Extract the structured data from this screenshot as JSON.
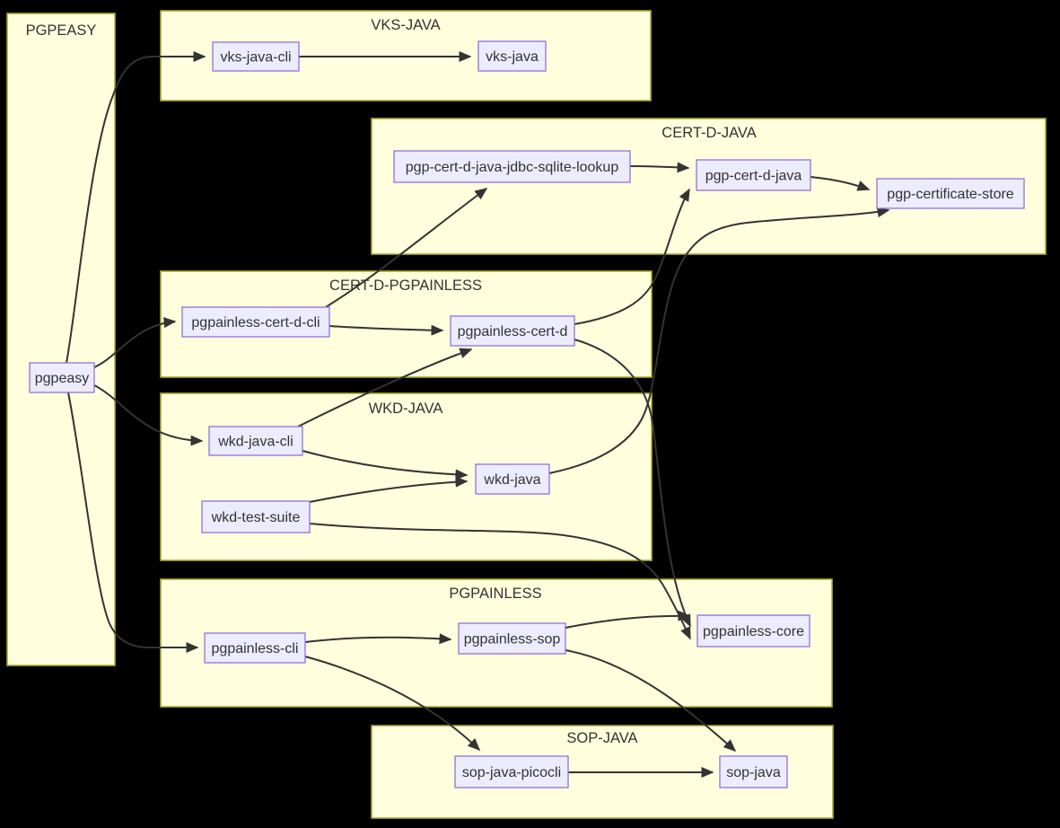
{
  "diagram": {
    "type": "flowchart-dependency-graph",
    "background": "#000000",
    "colors": {
      "cluster_fill": "#ffffde",
      "cluster_border": "#aaaa33",
      "node_fill": "#ececff",
      "node_border": "#9370db",
      "edge_color": "#333333",
      "text_color": "#333333"
    },
    "subgraph_titles": {
      "pgpeasy": "PGPEASY",
      "vks_java": "VKS-JAVA",
      "cert_d_java": "CERT-D-JAVA",
      "cert_d_pgpainless": "CERT-D-PGPAINLESS",
      "wkd_java": "WKD-JAVA",
      "pgpainless": "PGPAINLESS",
      "sop_java": "SOP-JAVA"
    },
    "node_labels": {
      "pgpeasy": "pgpeasy",
      "vks-java-cli": "vks-java-cli",
      "vks-java": "vks-java",
      "pgp-cert-d-java-jdbc-sqlite-lookup": "pgp-cert-d-java-jdbc-sqlite-lookup",
      "pgp-cert-d-java": "pgp-cert-d-java",
      "pgp-certificate-store": "pgp-certificate-store",
      "pgpainless-cert-d-cli": "pgpainless-cert-d-cli",
      "pgpainless-cert-d": "pgpainless-cert-d",
      "wkd-java-cli": "wkd-java-cli",
      "wkd-java": "wkd-java",
      "wkd-test-suite": "wkd-test-suite",
      "pgpainless-cli": "pgpainless-cli",
      "pgpainless-sop": "pgpainless-sop",
      "pgpainless-core": "pgpainless-core",
      "sop-java-picocli": "sop-java-picocli",
      "sop-java": "sop-java"
    },
    "subgraph_membership": {
      "PGPEASY": [
        "pgpeasy"
      ],
      "VKS-JAVA": [
        "vks-java-cli",
        "vks-java"
      ],
      "CERT-D-JAVA": [
        "pgp-cert-d-java-jdbc-sqlite-lookup",
        "pgp-cert-d-java",
        "pgp-certificate-store"
      ],
      "CERT-D-PGPAINLESS": [
        "pgpainless-cert-d-cli",
        "pgpainless-cert-d"
      ],
      "WKD-JAVA": [
        "wkd-java-cli",
        "wkd-java",
        "wkd-test-suite"
      ],
      "PGPAINLESS": [
        "pgpainless-cli",
        "pgpainless-sop",
        "pgpainless-core"
      ],
      "SOP-JAVA": [
        "sop-java-picocli",
        "sop-java"
      ]
    },
    "edges": [
      {
        "from": "pgpeasy",
        "to": "vks-java-cli"
      },
      {
        "from": "pgpeasy",
        "to": "pgpainless-cert-d-cli"
      },
      {
        "from": "pgpeasy",
        "to": "wkd-java-cli"
      },
      {
        "from": "pgpeasy",
        "to": "pgpainless-cli"
      },
      {
        "from": "vks-java-cli",
        "to": "vks-java"
      },
      {
        "from": "pgp-cert-d-java-jdbc-sqlite-lookup",
        "to": "pgp-cert-d-java"
      },
      {
        "from": "pgp-cert-d-java",
        "to": "pgp-certificate-store"
      },
      {
        "from": "pgpainless-cert-d-cli",
        "to": "pgp-cert-d-java-jdbc-sqlite-lookup"
      },
      {
        "from": "pgpainless-cert-d-cli",
        "to": "pgpainless-cert-d"
      },
      {
        "from": "pgpainless-cert-d",
        "to": "pgp-cert-d-java"
      },
      {
        "from": "pgpainless-cert-d",
        "to": "pgpainless-core"
      },
      {
        "from": "wkd-java-cli",
        "to": "pgpainless-cert-d"
      },
      {
        "from": "wkd-java-cli",
        "to": "wkd-java"
      },
      {
        "from": "wkd-test-suite",
        "to": "wkd-java"
      },
      {
        "from": "wkd-test-suite",
        "to": "pgpainless-core"
      },
      {
        "from": "wkd-java",
        "to": "pgp-certificate-store"
      },
      {
        "from": "pgpainless-cli",
        "to": "pgpainless-sop"
      },
      {
        "from": "pgpainless-cli",
        "to": "sop-java-picocli"
      },
      {
        "from": "pgpainless-sop",
        "to": "pgpainless-core"
      },
      {
        "from": "pgpainless-sop",
        "to": "sop-java"
      },
      {
        "from": "sop-java-picocli",
        "to": "sop-java"
      }
    ]
  }
}
